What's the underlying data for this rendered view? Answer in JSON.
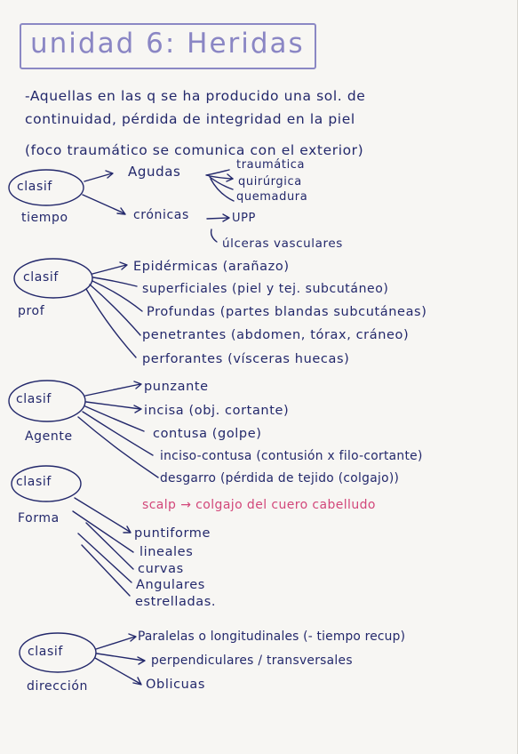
{
  "title": "unidad 6: Heridas",
  "definition": [
    "-Aquellas en las q se ha producido una sol. de",
    "continuidad, pérdida de integridad en la piel",
    "(foco traumático se comunica con el exterior)"
  ],
  "tiempo": {
    "bubble": "clasif",
    "label": "tiempo",
    "agudas": "Agudas",
    "agudas_items": [
      "traumática",
      "quirúrgica",
      "quemadura"
    ],
    "cronicas": "crónicas",
    "cronicas_items": [
      "UPP",
      "úlceras vasculares"
    ]
  },
  "prof": {
    "bubble": "clasif",
    "label": "prof",
    "items": [
      "Epidérmicas (arañazo)",
      "superficiales (piel y tej. subcutáneo)",
      "Profundas (partes blandas subcutáneas)",
      "penetrantes (abdomen, tórax, cráneo)",
      "perforantes (vísceras huecas)"
    ]
  },
  "agente": {
    "bubble": "clasif",
    "label": "Agente",
    "items": [
      "punzante",
      "incisa (obj. cortante)",
      "contusa (golpe)",
      "inciso-contusa (contusión x filo-cortante)",
      "desgarro (pérdida de tejido (colgajo))"
    ],
    "note": "scalp → colgajo del cuero cabelludo"
  },
  "forma": {
    "bubble": "clasif",
    "label": "Forma",
    "items": [
      "puntiforme",
      "lineales",
      "curvas",
      "Angulares",
      "estrelladas."
    ]
  },
  "direccion": {
    "bubble": "clasif",
    "label": "dirección",
    "items": [
      "Paralelas o longitudinales (- tiempo recup)",
      "perpendiculares / transversales",
      "Oblicuas"
    ]
  },
  "colors": {
    "ink": "#23286b",
    "title": "#8a86c4",
    "note": "#d2477a"
  }
}
